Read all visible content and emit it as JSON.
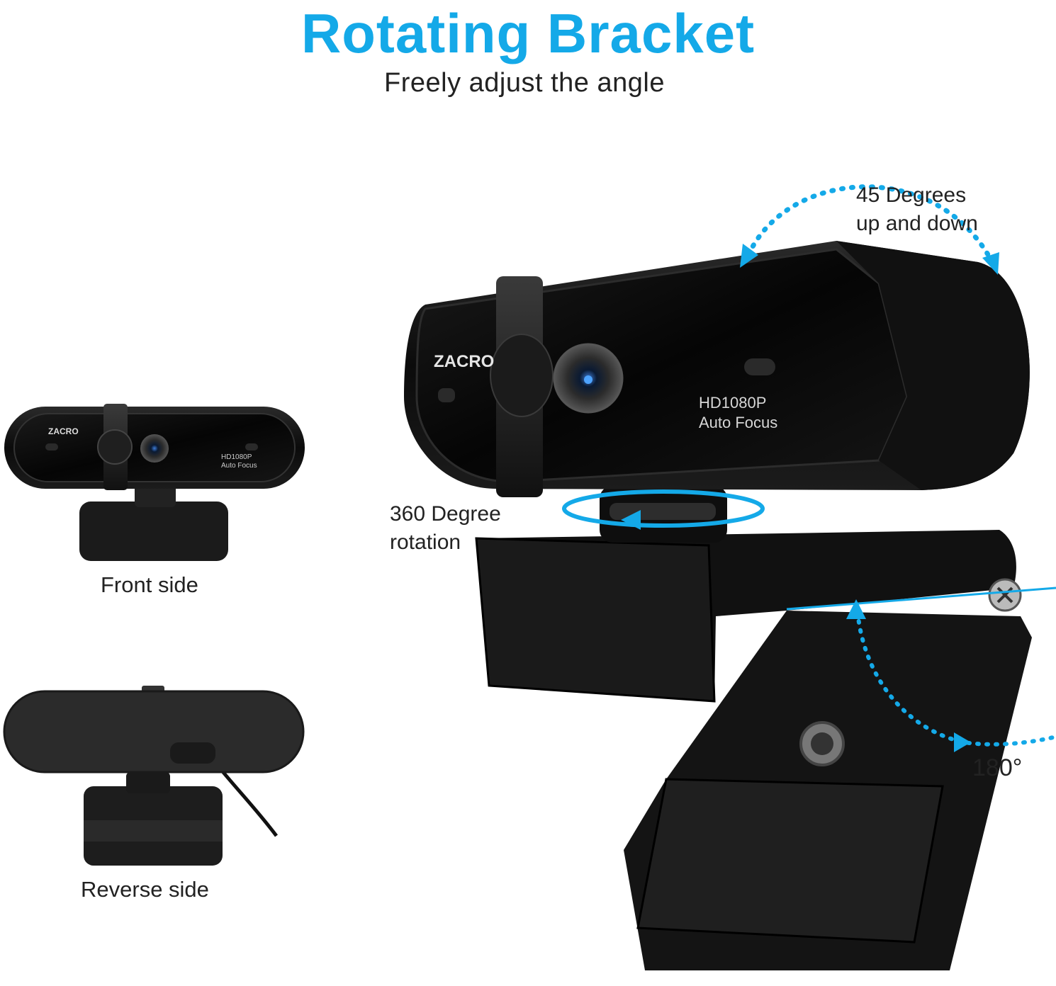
{
  "title": "Rotating Bracket",
  "subtitle": "Freely adjust the angle",
  "front_caption": "Front side",
  "reverse_caption": "Reverse side",
  "tilt_label_line1": "45 Degrees",
  "tilt_label_line2": "up and down",
  "rotation_label_line1": "360 Degree",
  "rotation_label_line2": "rotation",
  "bracket_angle_label": "180°",
  "camera_print": {
    "brand": "ZACRO",
    "model": "HD1080P",
    "feature": "Auto Focus"
  },
  "colors": {
    "accent": "#14a9e8",
    "device": "#0d0d0d",
    "text": "#222222"
  }
}
